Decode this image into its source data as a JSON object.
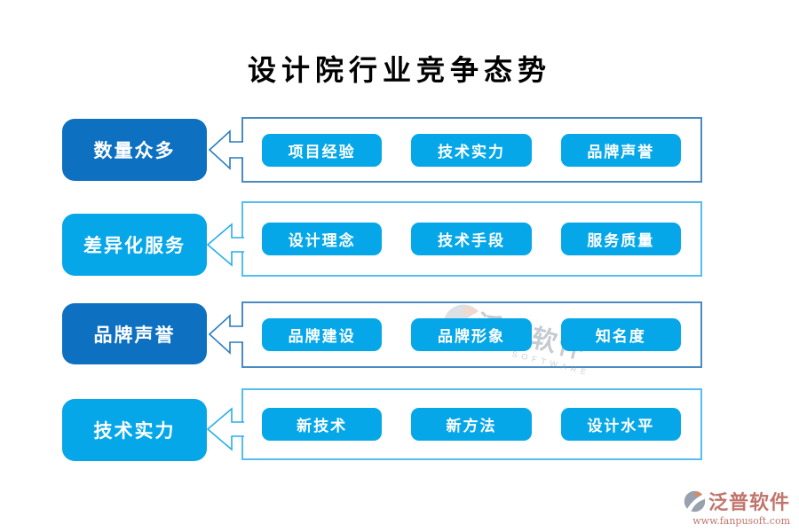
{
  "title": "设计院行业竞争态势",
  "colors": {
    "dark_blue": "#0d70c1",
    "cyan": "#06a7e9",
    "panel_border_dark": "#4a8cc2",
    "panel_border_cyan": "#55bdf0",
    "footer_text": "#c0766d",
    "watermark_gray": "#96a0aa",
    "logo_orange": "#d98a63"
  },
  "rows": [
    {
      "label": "数量众多",
      "theme": "dark",
      "items": [
        "项目经验",
        "技术实力",
        "品牌声誉"
      ]
    },
    {
      "label": "差异化服务",
      "theme": "cyan",
      "items": [
        "设计理念",
        "技术手段",
        "服务质量"
      ]
    },
    {
      "label": "品牌声誉",
      "theme": "dark",
      "items": [
        "品牌建设",
        "品牌形象",
        "知名度"
      ]
    },
    {
      "label": "技术实力",
      "theme": "cyan",
      "items": [
        "新技术",
        "新方法",
        "设计水平"
      ]
    }
  ],
  "watermark": {
    "text": "泛普软件",
    "subtext": "SOFTWARE"
  },
  "footer": {
    "brand": "泛普软件",
    "url": "www.fanpusoft.com"
  }
}
